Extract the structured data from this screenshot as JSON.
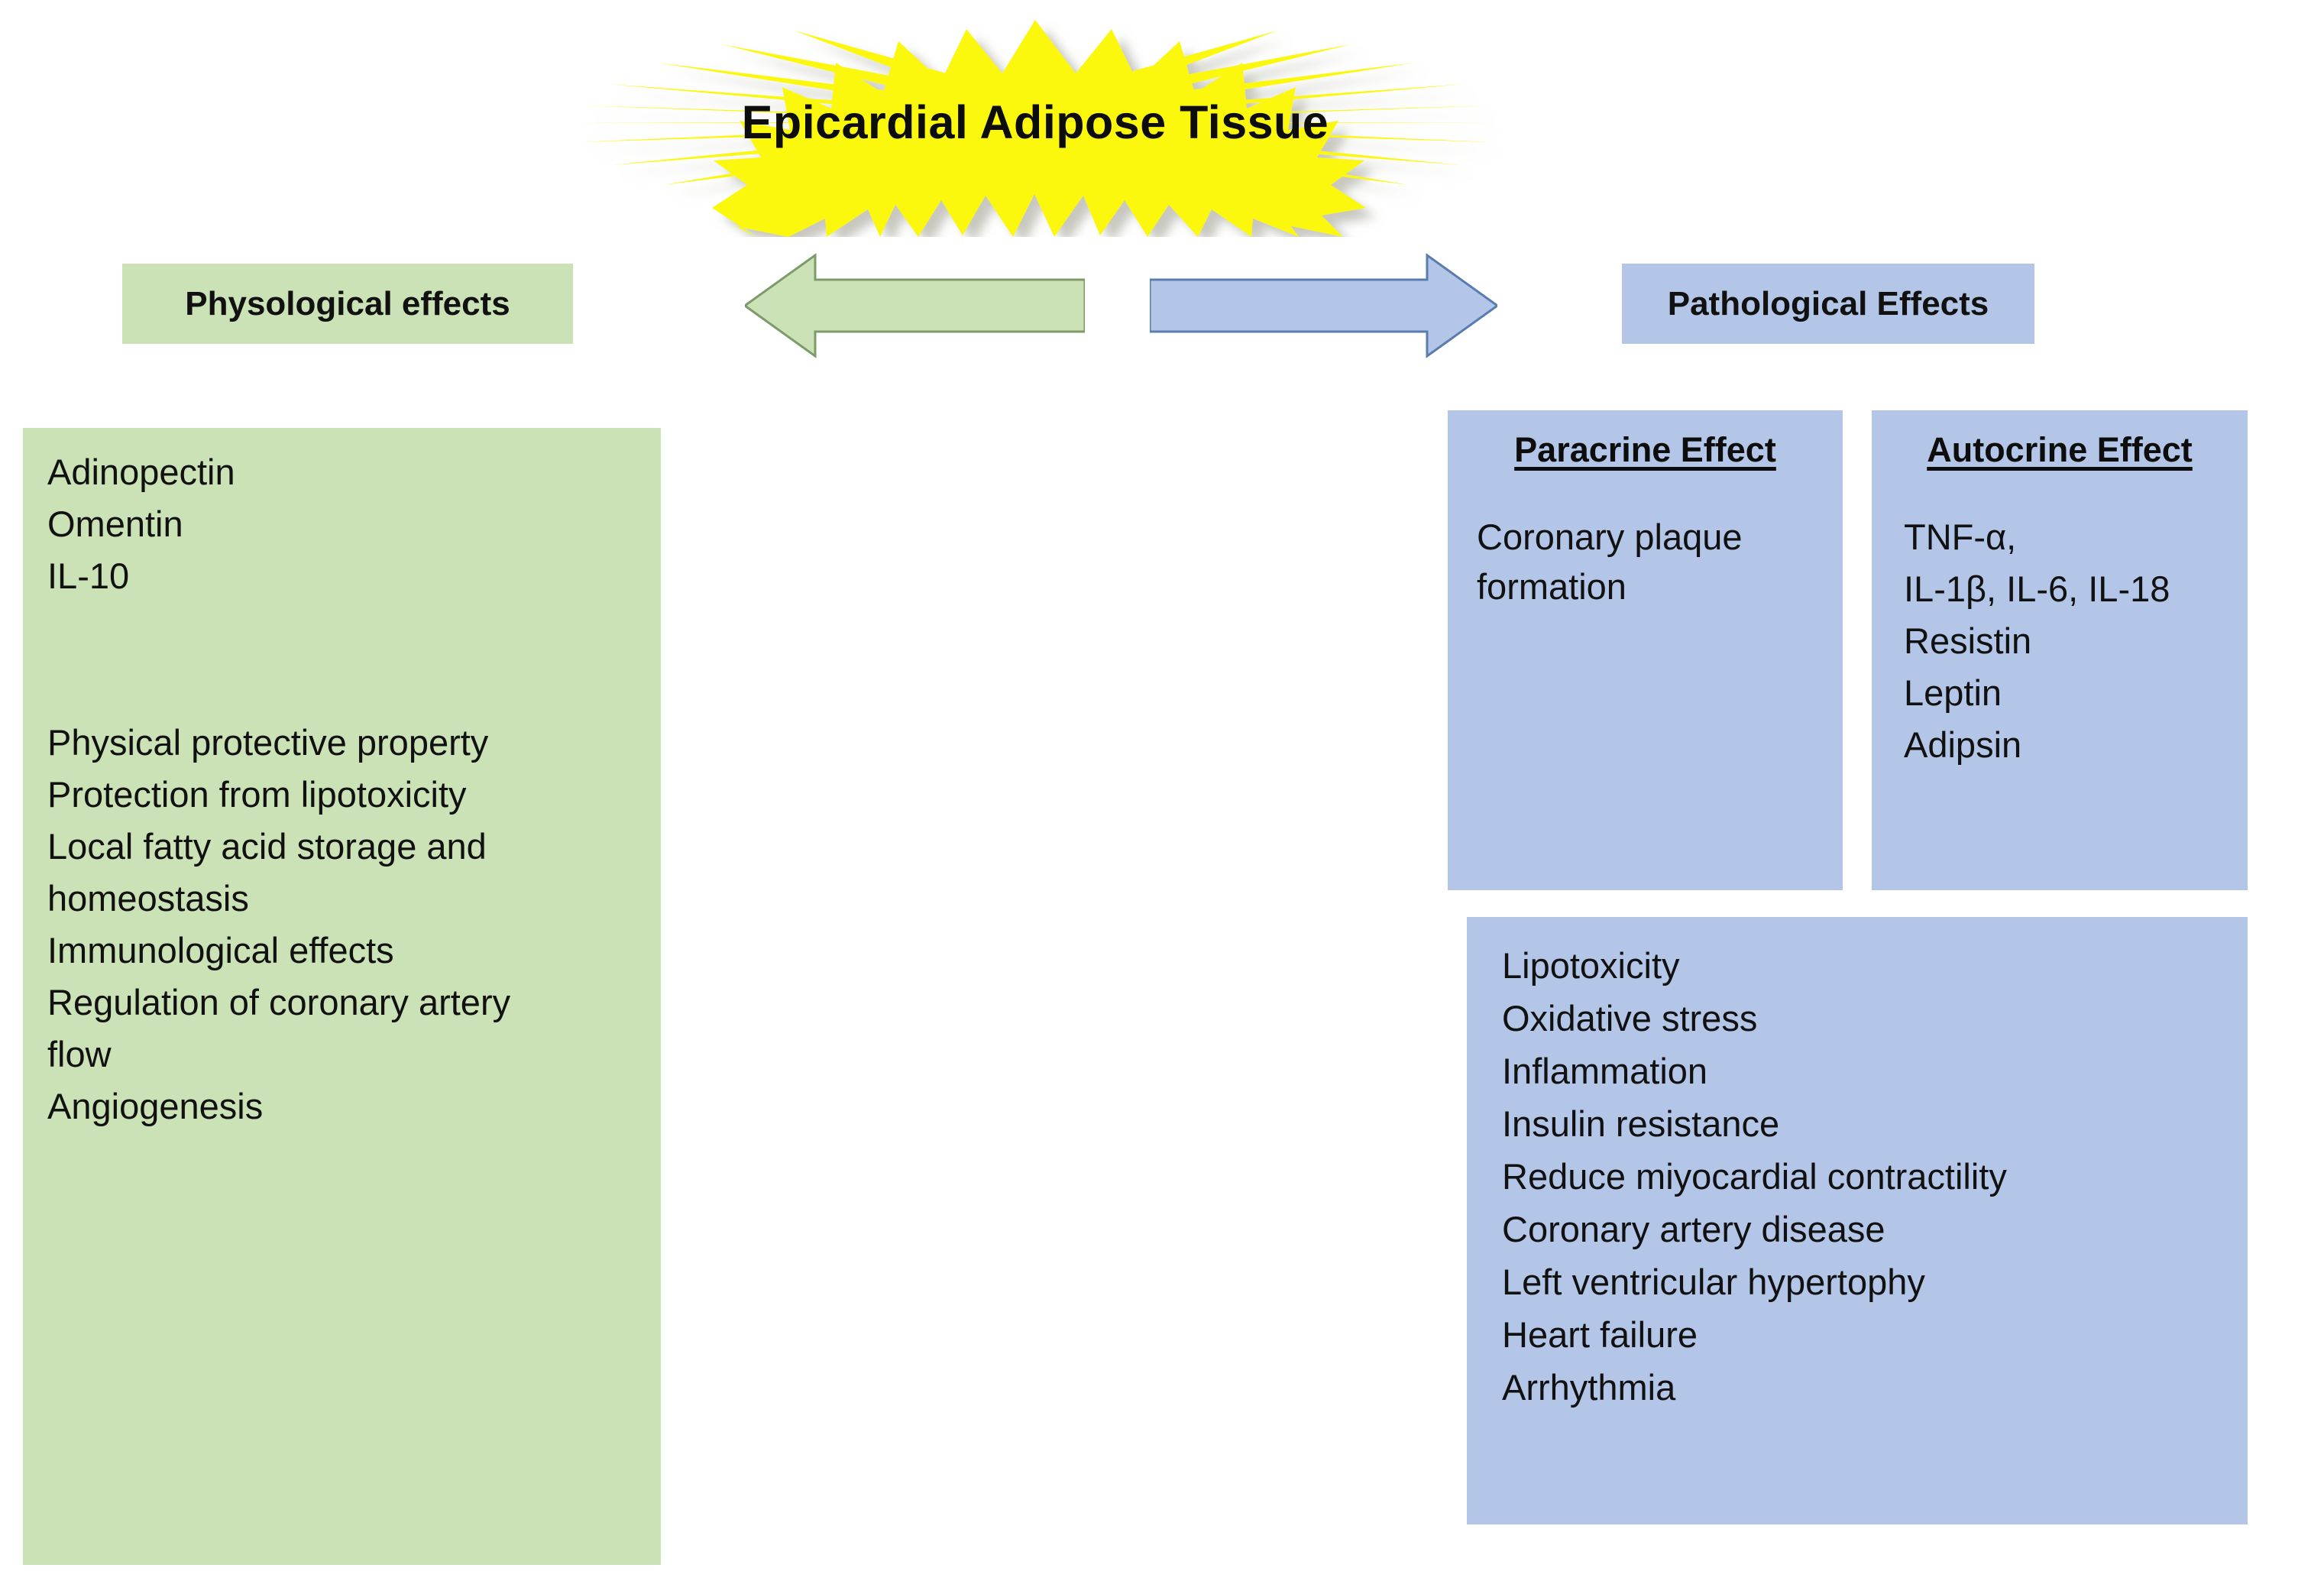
{
  "title": {
    "text": "Epicardial Adipose Tissue",
    "shape": "starburst",
    "fill": "#fbf70a",
    "text_color": "#0d0d0d"
  },
  "colors": {
    "green": "#cbe2b6",
    "green_outline": "#7a9b5e",
    "blue": "#b3c6e7",
    "blue_outline": "#4a6fa5",
    "text": "#111111",
    "background": "#ffffff"
  },
  "headers": {
    "left": "Physological effects",
    "right": "Pathological Effects"
  },
  "arrows": {
    "left": {
      "direction": "left",
      "color": "#cbe2b6",
      "name": "physiological-arrow"
    },
    "right": {
      "direction": "right",
      "color": "#b3c6e7",
      "name": "pathological-arrow"
    }
  },
  "physiological": {
    "adipokines": [
      "Adinopectin",
      "Omentin",
      "IL-10"
    ],
    "functions": [
      "Physical protective property",
      "Protection from lipotoxicity",
      "Local fatty acid storage and",
      "homeostasis",
      "Immunological effects",
      "Regulation of coronary artery",
      "flow",
      "Angiogenesis"
    ]
  },
  "pathological": {
    "paracrine": {
      "title": "Paracrine Effect",
      "items": [
        "Coronary plaque",
        "formation"
      ]
    },
    "autocrine": {
      "title": "Autocrine Effect",
      "items": [
        "TNF-α,",
        "IL-1β, IL-6, IL-18",
        "Resistin",
        "Leptin",
        "Adipsin"
      ]
    },
    "outcomes": [
      "Lipotoxicity",
      "Oxidative stress",
      "Inflammation",
      "Insulin resistance",
      "Reduce miyocardial contractility",
      "Coronary artery disease",
      "Left ventricular hypertophy",
      "Heart failure",
      "Arrhythmia"
    ]
  }
}
